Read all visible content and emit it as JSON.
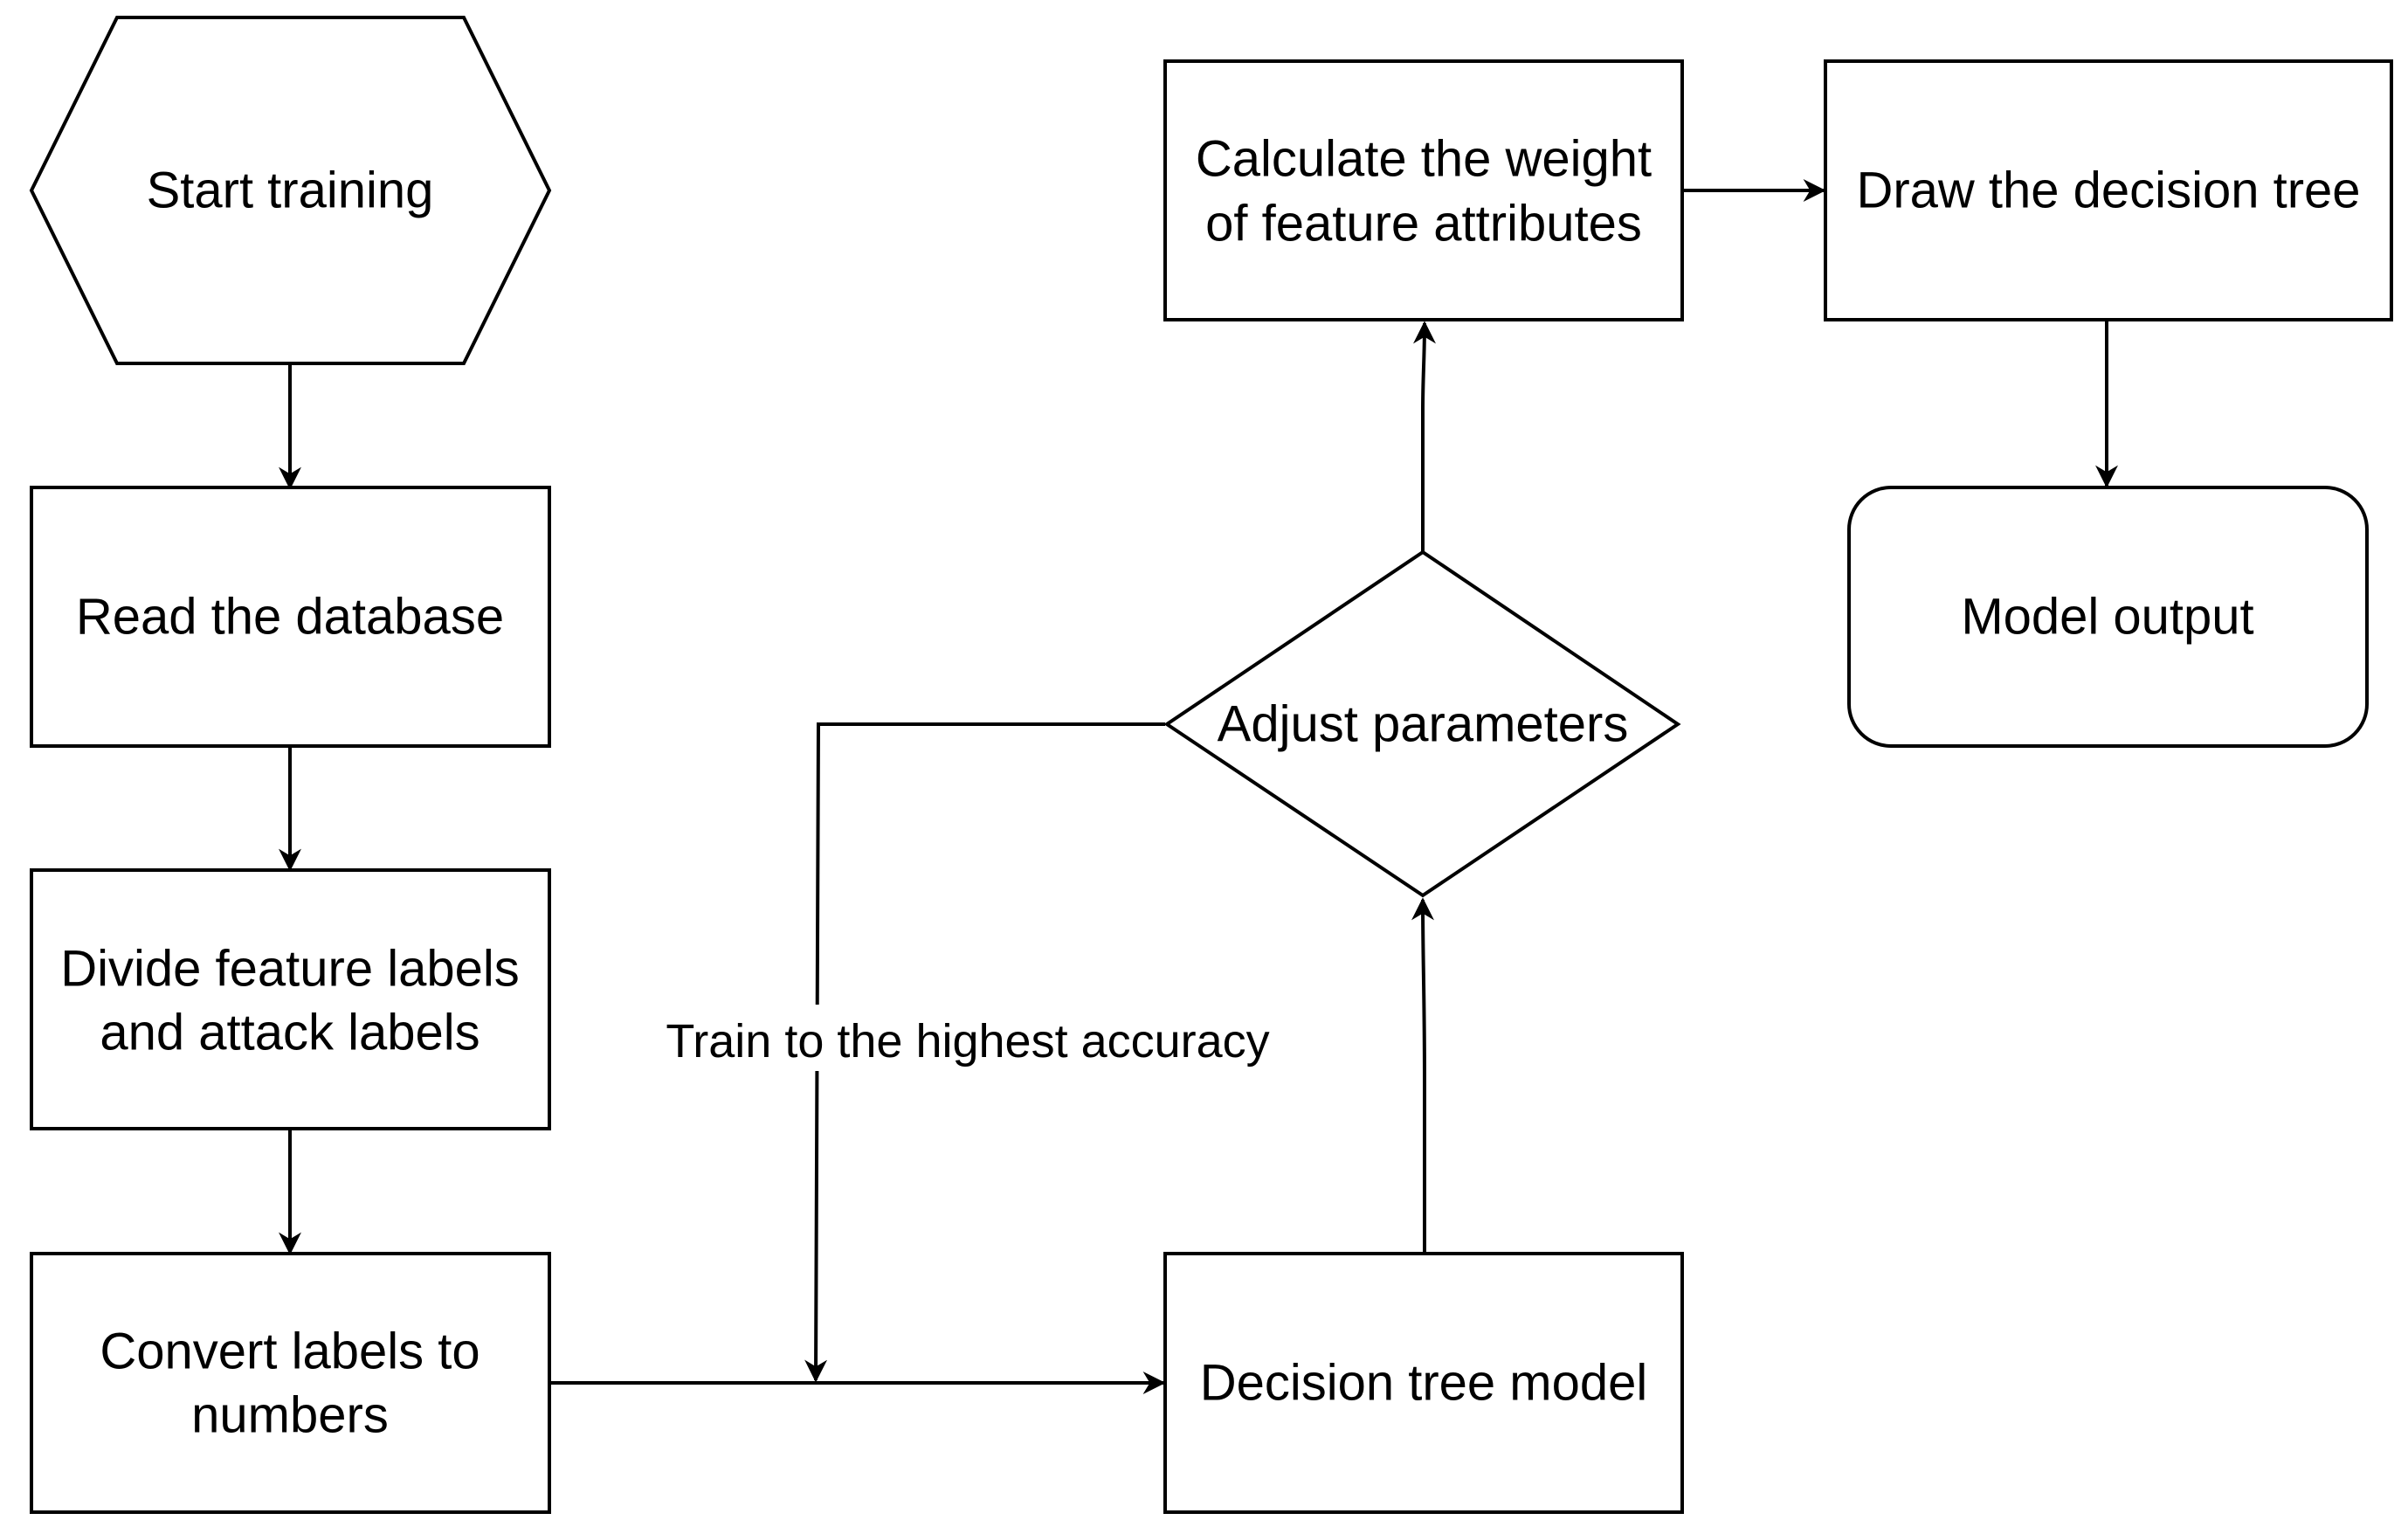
{
  "diagram": {
    "nodes": {
      "start": {
        "label": "Start training",
        "shape": "hexagon"
      },
      "read_db": {
        "label": "Read the database",
        "shape": "rectangle"
      },
      "divide": {
        "label_line1": "Divide feature labels",
        "label_line2": "and attack labels",
        "shape": "rectangle"
      },
      "convert": {
        "label_line1": "Convert labels to",
        "label_line2": "numbers",
        "shape": "rectangle"
      },
      "model": {
        "label": "Decision tree model",
        "shape": "rectangle"
      },
      "adjust": {
        "label": "Adjust parameters",
        "shape": "diamond"
      },
      "weight": {
        "label_line1": "Calculate the weight",
        "label_line2": "of feature attributes",
        "shape": "rectangle"
      },
      "draw": {
        "label": "Draw the decision tree",
        "shape": "rectangle"
      },
      "output": {
        "label": "Model output",
        "shape": "rounded-rectangle"
      }
    },
    "edges": [
      {
        "from": "start",
        "to": "read_db"
      },
      {
        "from": "read_db",
        "to": "divide"
      },
      {
        "from": "divide",
        "to": "convert"
      },
      {
        "from": "convert",
        "to": "model"
      },
      {
        "from": "model",
        "to": "adjust"
      },
      {
        "from": "adjust",
        "to": "convert-model-link",
        "label": "Train to the highest accuracy"
      },
      {
        "from": "adjust",
        "to": "weight"
      },
      {
        "from": "weight",
        "to": "draw"
      },
      {
        "from": "draw",
        "to": "output"
      }
    ],
    "edge_labels": {
      "feedback": "Train to the highest accuracy"
    },
    "colors": {
      "stroke": "#000000",
      "fill": "#ffffff",
      "text": "#000000"
    }
  }
}
